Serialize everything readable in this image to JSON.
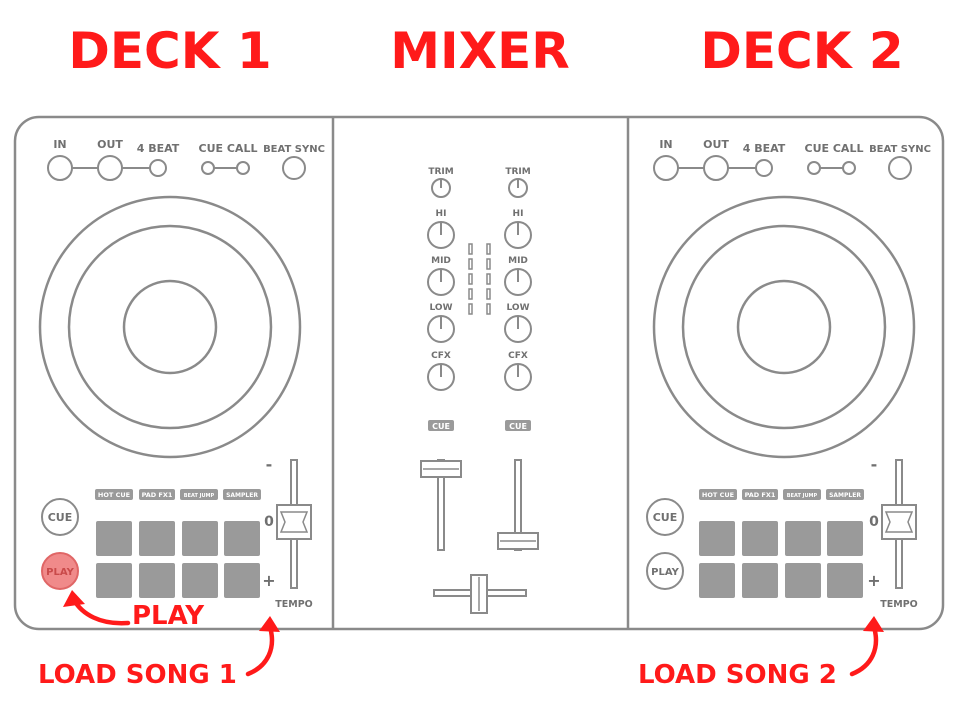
{
  "headings": {
    "deck1": "DECK 1",
    "mixer": "MIXER",
    "deck2": "DECK 2"
  },
  "deck1": {
    "loop_labels": {
      "in": "IN",
      "out": "OUT",
      "beat4": "4 BEAT",
      "cue_call": "CUE CALL",
      "beat_sync": "BEAT SYNC"
    },
    "pad_modes": [
      "HOT CUE",
      "PAD FX1",
      "BEAT JUMP",
      "SAMPLER"
    ],
    "cue_label": "CUE",
    "play_label": "PLAY",
    "tempo": {
      "minus": "-",
      "zero": "0",
      "plus": "+",
      "label": "TEMPO"
    }
  },
  "deck2": {
    "loop_labels": {
      "in": "IN",
      "out": "OUT",
      "beat4": "4 BEAT",
      "cue_call": "CUE CALL",
      "beat_sync": "BEAT SYNC"
    },
    "pad_modes": [
      "HOT CUE",
      "PAD FX1",
      "BEAT JUMP",
      "SAMPLER"
    ],
    "cue_label": "CUE",
    "play_label": "PLAY",
    "tempo": {
      "minus": "-",
      "zero": "0",
      "plus": "+",
      "label": "TEMPO"
    }
  },
  "mixer": {
    "knob_labels": [
      "TRIM",
      "HI",
      "MID",
      "LOW",
      "CFX"
    ],
    "cue_label": "CUE"
  },
  "annotations": {
    "play": "PLAY",
    "load_song_1": "LOAD SONG 1",
    "load_song_2": "LOAD SONG 2"
  },
  "colors": {
    "accent_red": "#ff1a1a",
    "outline_gray": "#8a8a8a",
    "pad_gray": "#9a9a9a",
    "play_highlight": "#f08a8a"
  }
}
